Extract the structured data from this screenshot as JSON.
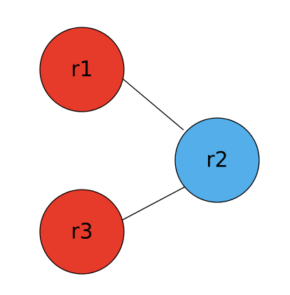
{
  "colors": {
    "red_node": "#e63a2a",
    "blue_node": "#54aeea",
    "stroke": "#000000",
    "background": "#ffffff"
  },
  "nodes": [
    {
      "id": "r1",
      "label": "r1",
      "color": "red"
    },
    {
      "id": "r2",
      "label": "r2",
      "color": "blue"
    },
    {
      "id": "r3",
      "label": "r3",
      "color": "red"
    }
  ],
  "edges": [
    {
      "from": "r1",
      "to": "r2"
    },
    {
      "from": "r3",
      "to": "r2"
    }
  ]
}
